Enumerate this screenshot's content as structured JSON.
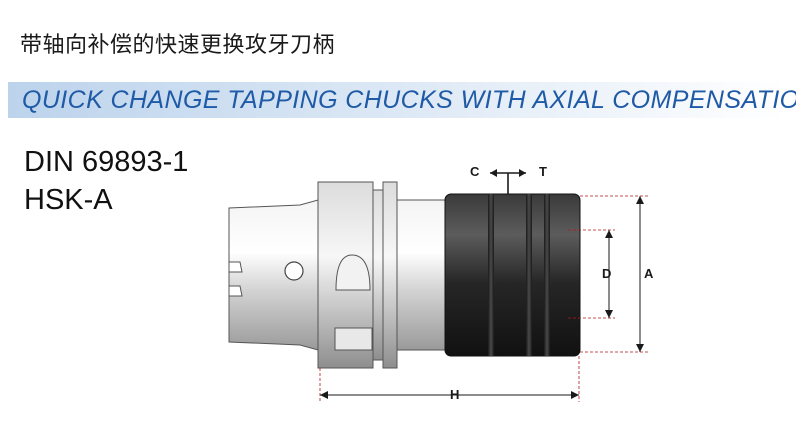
{
  "header": {
    "title_cn": "带轴向补偿的快速更换攻牙刀柄",
    "title_en": "QUICK CHANGE TAPPING CHUCKS WITH AXIAL COMPENSATION"
  },
  "spec": {
    "standard": "DIN 69893-1",
    "type": "HSK-A"
  },
  "drawing": {
    "labels": {
      "compression": "C",
      "tension": "T",
      "bore_diameter": "D",
      "outer_diameter": "A",
      "length": "H"
    }
  },
  "colors": {
    "title_blue": "#1f5aa6",
    "band_blue": "#bcd3ec",
    "dimension_red": "#b0171f"
  }
}
